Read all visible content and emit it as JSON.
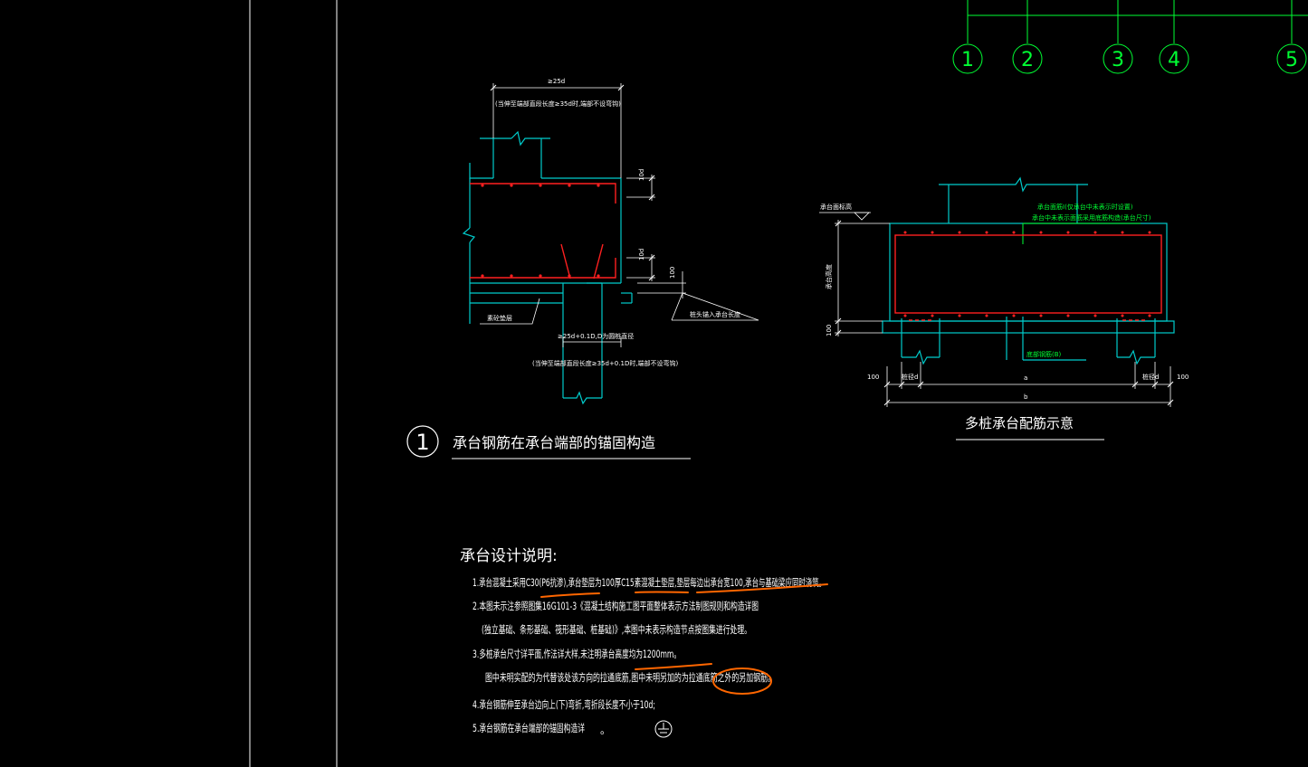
{
  "axes": [
    "1",
    "2",
    "3",
    "4",
    "5"
  ],
  "detail1": {
    "index": "1",
    "title": "承台钢筋在承台端部的锚固构造",
    "dim_top": "≥25d",
    "note_top": "(当伸至端部直段长度≥35d时,端部不设弯钩)",
    "dim_10d_top": "10d",
    "dim_10d_bot": "10d",
    "dim_100": "100",
    "label_anchor": "桩头锚入承台长度",
    "label_cushion": "素砼垫层",
    "dim_bottom": "≥25d+0.1D,D为圆桩直径",
    "note_bottom": "(当伸至端部直段长度≥35d+0.1D时,端部不设弯钩)"
  },
  "detail2": {
    "title": "多桩承台配筋示意",
    "label_top_elev": "承台面标高",
    "label_top_bars": "承台面筋Ⅰ(仅承台中未表示时设置)",
    "label_top_bars2": "承台中未表示面筋采用底筋构造(承台尺寸)",
    "label_height": "承台高度",
    "dim_100": "100",
    "label_bottom_bars": "底部钢筋(B)",
    "dim_100_left": "100",
    "dim_100_right": "100",
    "label_pile_left": "桩径d",
    "label_pile_right": "桩径d",
    "dim_a": "a",
    "dim_b": "b"
  },
  "notes": {
    "title": "承台设计说明:",
    "lines": [
      "1.承台混凝土采用C30(P6抗渗),承台垫层为100厚C15素混凝土垫层,垫层每边出承台宽100,承台与基础梁应同时浇筑。",
      "2.本图未示注参照图集16G101-3《混凝土结构施工图平面整体表示方法制图规则和构造详图",
      "(独立基础、条形基础、筏形基础、桩基础)》,本图中未表示构造节点按图集进行处理。",
      "3.多桩承台尺寸详平面,作法详大样,未注明承台高度均为1200mm。",
      "图中未明实配的为代替该处该方向的拉通底筋,图中未明另加的为拉通底筋之外的另加钢筋。",
      "4.承台钢筋伸至承台边向上(下)弯折,弯折段长度不小于10d;",
      "5.承台钢筋在承台端部的锚固构造详",
      "。"
    ]
  },
  "colors": {
    "background": "#000000",
    "axis": "#00ff33",
    "concrete": "#00cccc",
    "rebar": "#ff2020",
    "dimension": "#ffffff",
    "markup": "#ff6600",
    "frame": "#ffffff"
  }
}
